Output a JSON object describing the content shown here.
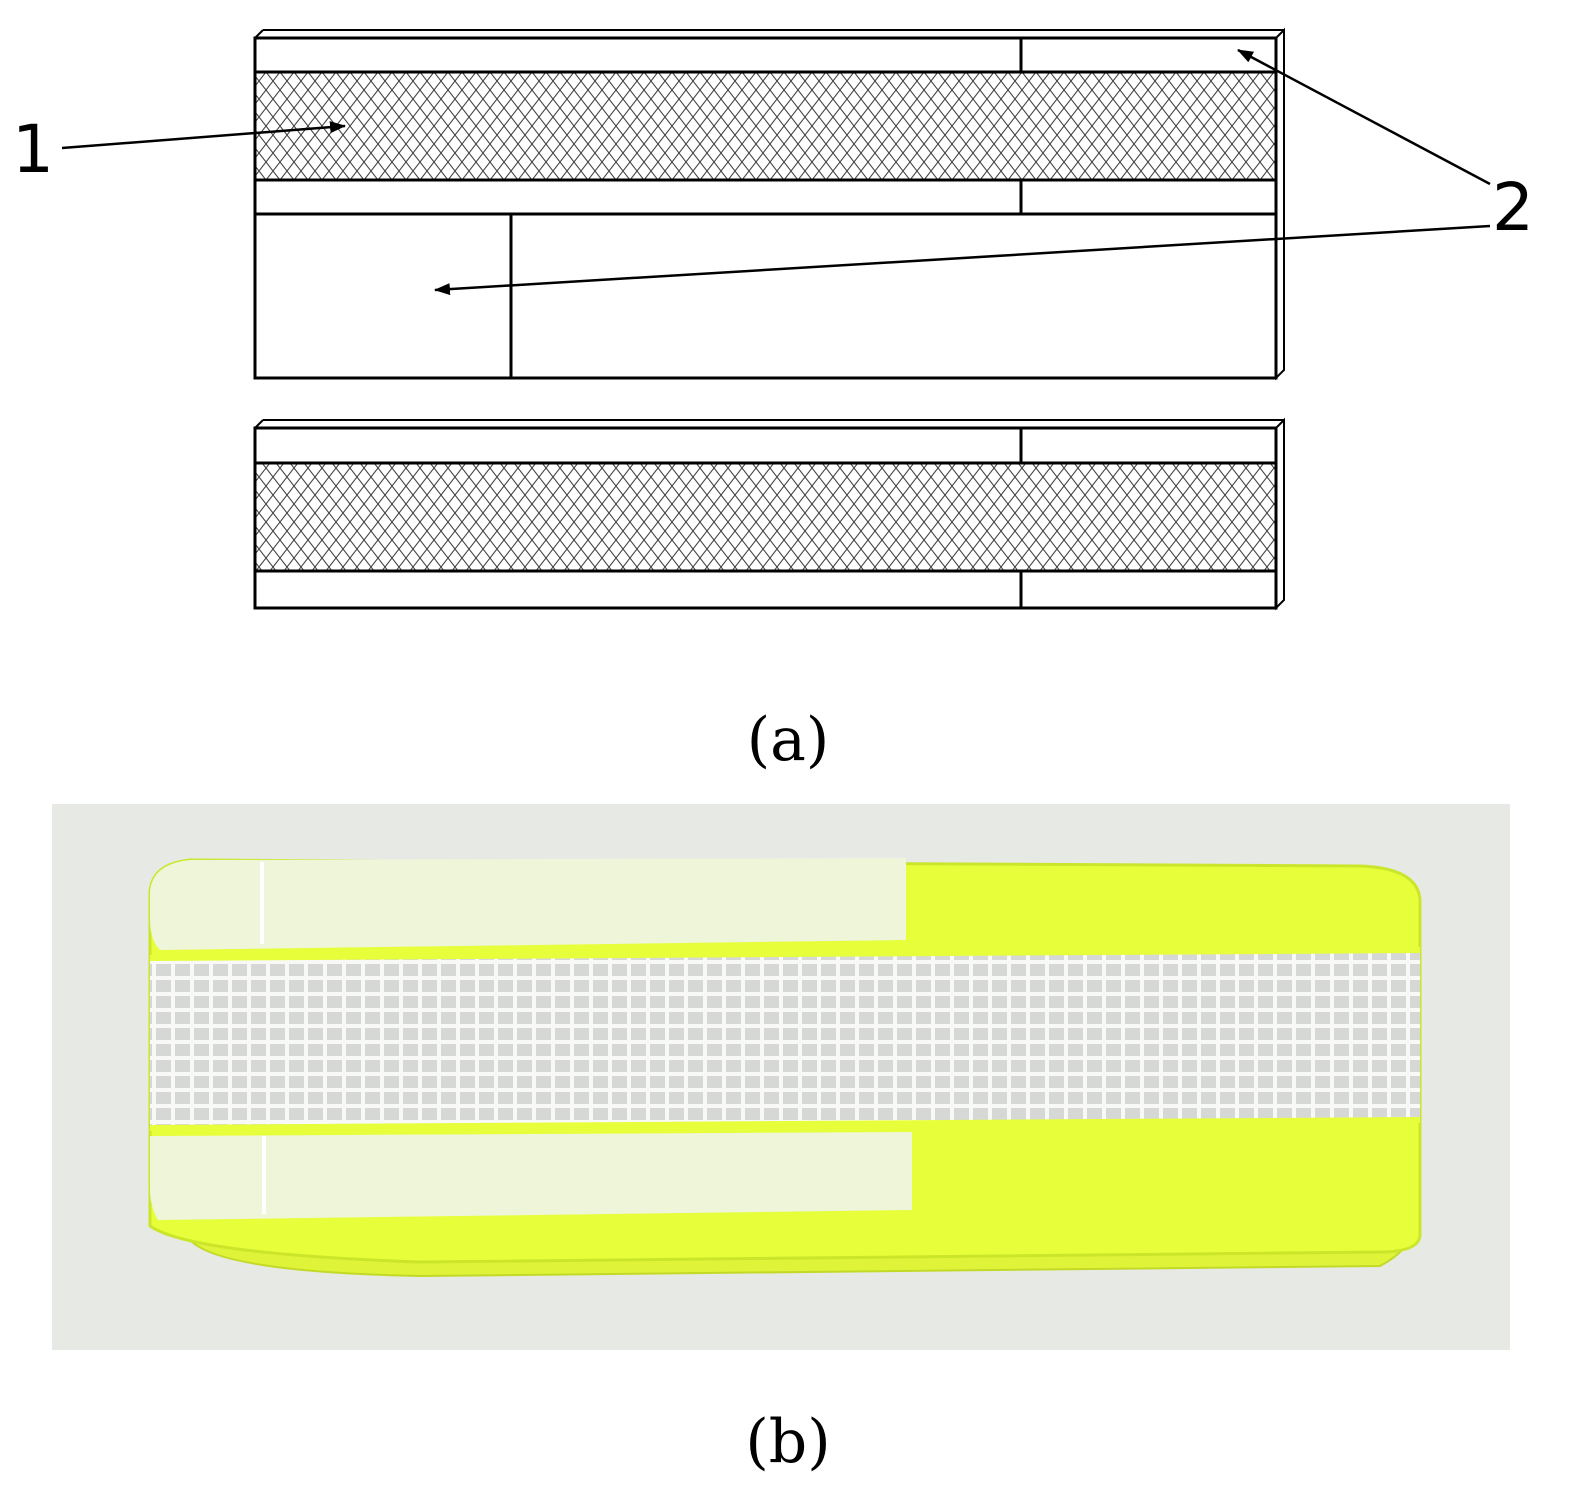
{
  "panel_a": {
    "callout_1": "1",
    "callout_2": "2",
    "caption": "(a)"
  },
  "panel_b": {
    "caption": "(b)"
  },
  "colors": {
    "line": "#000000",
    "hatch": "#444444",
    "photo_background": "#e6e9e4",
    "fluorescent_fabric": "#e6ff3a",
    "fabric_edge": "#cbe62a",
    "velcro": "#eef5d8",
    "mesh_fill": "#dcdedc",
    "mesh_grid": "#f7f8f6"
  }
}
